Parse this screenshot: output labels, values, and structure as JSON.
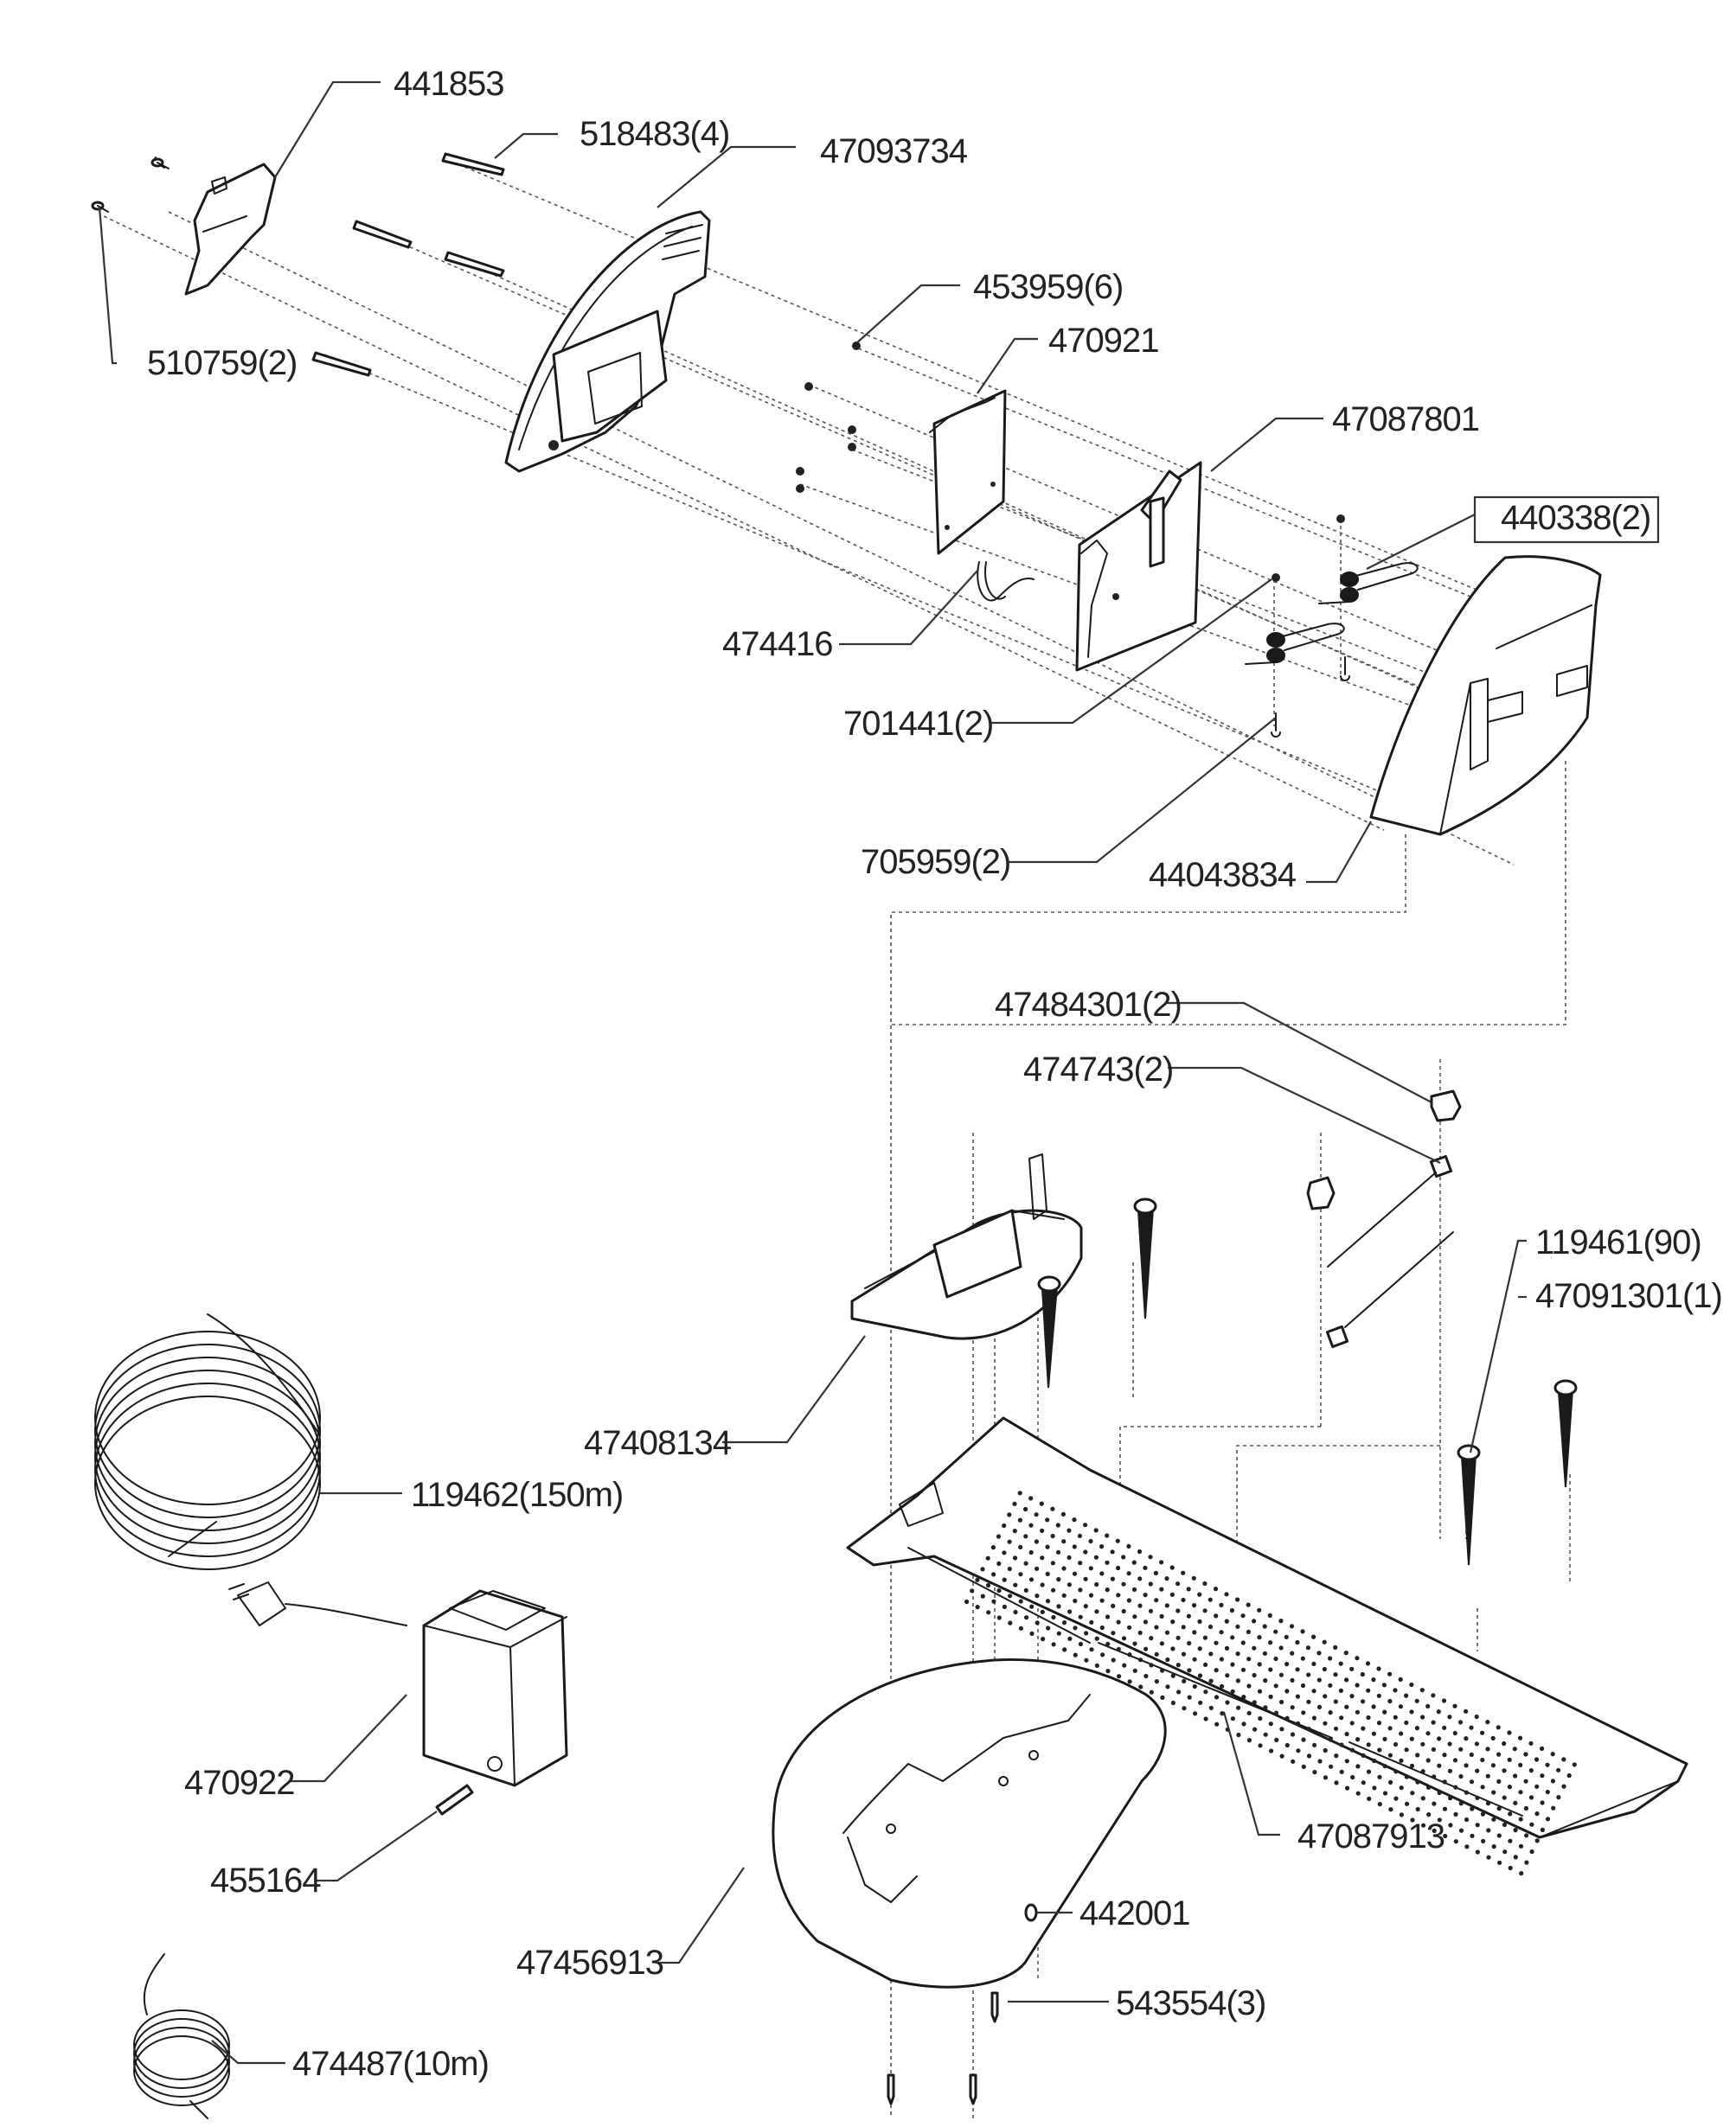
{
  "diagram": {
    "type": "exploded-parts-diagram",
    "subject": "Robotic lawnmower charging station assembly",
    "callouts": [
      {
        "id": "441853",
        "label": "441853",
        "quantity": null
      },
      {
        "id": "518483",
        "label": "518483(4)",
        "quantity": 4
      },
      {
        "id": "47093734",
        "label": "47093734",
        "quantity": null
      },
      {
        "id": "510759",
        "label": "510759(2)",
        "quantity": 2
      },
      {
        "id": "453959",
        "label": "453959(6)",
        "quantity": 6
      },
      {
        "id": "470921",
        "label": "470921",
        "quantity": null
      },
      {
        "id": "47087801",
        "label": "47087801",
        "quantity": null
      },
      {
        "id": "440338",
        "label": "440338(2)",
        "quantity": 2,
        "boxed": true
      },
      {
        "id": "474416",
        "label": "474416",
        "quantity": null
      },
      {
        "id": "701441",
        "label": "701441(2)",
        "quantity": 2
      },
      {
        "id": "705959",
        "label": "705959(2)",
        "quantity": 2
      },
      {
        "id": "44043834",
        "label": "44043834",
        "quantity": null
      },
      {
        "id": "47484301",
        "label": "47484301(2)",
        "quantity": 2
      },
      {
        "id": "474743",
        "label": "474743(2)",
        "quantity": 2
      },
      {
        "id": "119461",
        "label": "119461(90)",
        "quantity": 90
      },
      {
        "id": "47091301",
        "label": "47091301(1)",
        "quantity": 1
      },
      {
        "id": "47408134",
        "label": "47408134",
        "quantity": null
      },
      {
        "id": "119462",
        "label": "119462(150m)",
        "quantity": "150m"
      },
      {
        "id": "470922",
        "label": "470922",
        "quantity": null
      },
      {
        "id": "455164",
        "label": "455164",
        "quantity": null
      },
      {
        "id": "47087913",
        "label": "47087913",
        "quantity": null
      },
      {
        "id": "47456913",
        "label": "47456913",
        "quantity": null
      },
      {
        "id": "442001",
        "label": "442001",
        "quantity": null
      },
      {
        "id": "543554",
        "label": "543554(3)",
        "quantity": 3
      },
      {
        "id": "474487",
        "label": "474487(10m)",
        "quantity": "10m"
      }
    ]
  }
}
